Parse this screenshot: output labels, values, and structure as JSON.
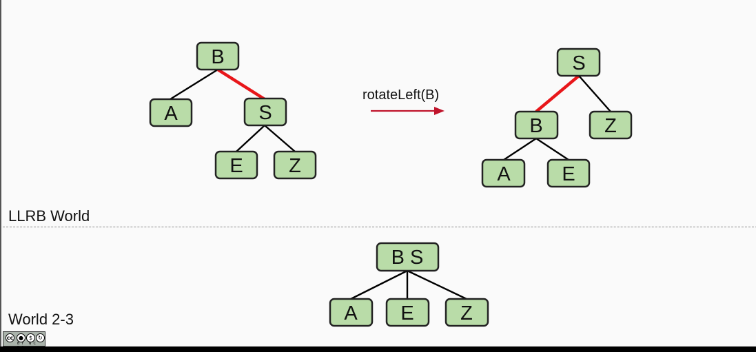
{
  "llrb": {
    "before": {
      "root": "B",
      "left": "A",
      "right": "S",
      "right_left": "E",
      "right_right": "Z"
    },
    "operation": "rotateLeft(B)",
    "after": {
      "root": "S",
      "left": "B",
      "right": "Z",
      "left_left": "A",
      "left_right": "E"
    },
    "label": "LLRB World"
  },
  "two_three": {
    "root": "B S",
    "children": [
      "A",
      "E",
      "Z"
    ],
    "label": "World 2-3"
  },
  "colors": {
    "node_fill": "#b9dca8",
    "red_link": "#e8161a",
    "arrow": "#c0142b"
  },
  "license": {
    "badge": "cc",
    "tags": "BY NC SA"
  }
}
